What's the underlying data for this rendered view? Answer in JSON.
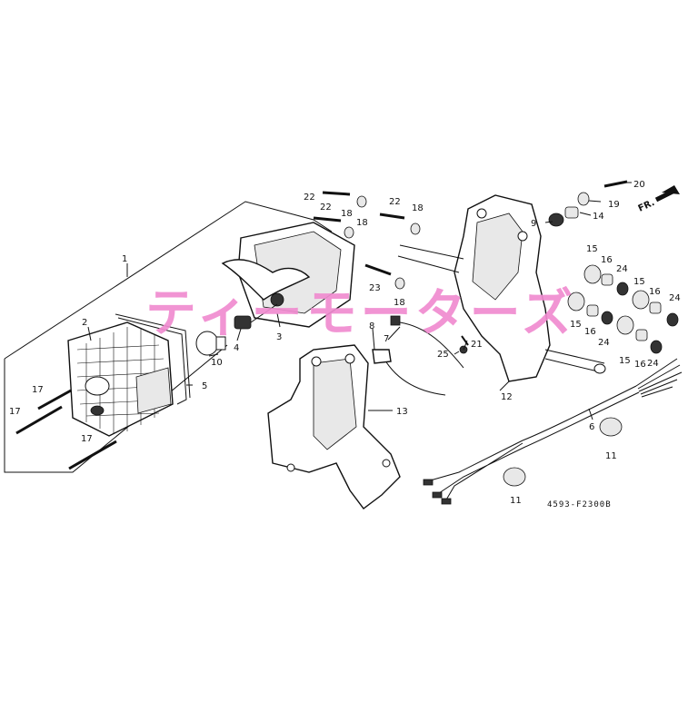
{
  "diagram": {
    "drawing_code": "4593-F2300",
    "drawing_code_suffix": "B",
    "watermark": "ティーモーターズ",
    "direction_label": "FR.",
    "labels": {
      "p1": "1",
      "p2": "2",
      "p3": "3",
      "p4": "4",
      "p5": "5",
      "p6": "6",
      "p7": "7",
      "p8": "8",
      "p9": "9",
      "p10": "10",
      "p11a": "11",
      "p11b": "11",
      "p12": "12",
      "p13": "13",
      "p14": "14",
      "p15a": "15",
      "p15b": "15",
      "p15c": "15",
      "p15d": "15",
      "p16a": "16",
      "p16b": "16",
      "p16c": "16",
      "p16d": "16",
      "p17a": "17",
      "p17b": "17",
      "p17c": "17",
      "p18a": "18",
      "p18b": "18",
      "p18c": "18",
      "p18d": "18",
      "p19": "19",
      "p20": "20",
      "p21": "21",
      "p22a": "22",
      "p22b": "22",
      "p22c": "22",
      "p23": "23",
      "p24a": "24",
      "p24b": "24",
      "p24c": "24",
      "p24d": "24",
      "p25": "25"
    }
  }
}
